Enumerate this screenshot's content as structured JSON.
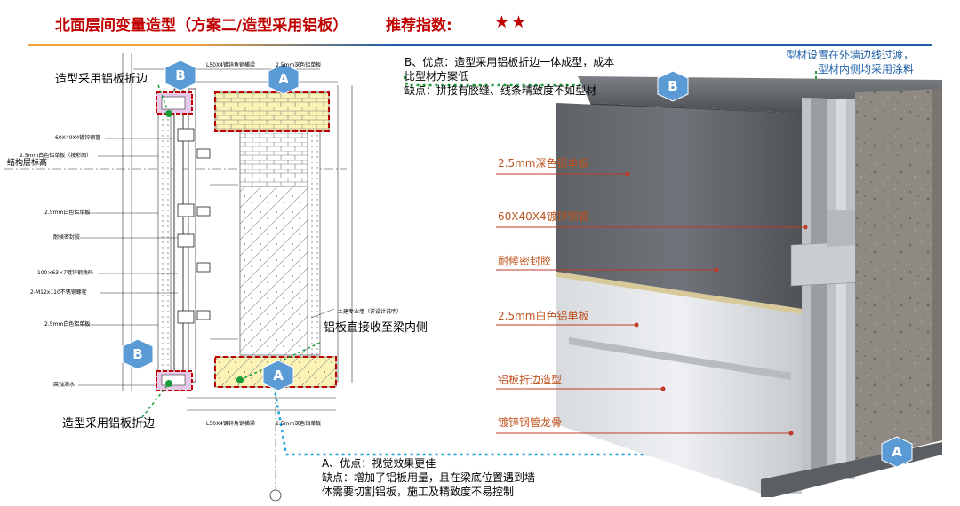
{
  "title": {
    "main": "北面层间变量造型（方案二/造型采用铝板）",
    "rating_label": "推荐指数:",
    "stars": "★★"
  },
  "drawing_labels": {
    "top_left": "造型采用铝板折边",
    "bottom_left": "造型采用铝板折边",
    "beam_note": "铝板直接收至梁内侧",
    "level": "结构层标高",
    "small": [
      "L50X4镀锌角钢横梁",
      "2.5mm深色铝单板",
      "60X40X4镀锌钢管",
      "2.5mm白色铝单板（按彩图）",
      "2.5mm白色铝单板",
      "耐候密封胶",
      "100×63×7镀锌钢角码",
      "2-M12x110不锈钢螺栓",
      "2.5mm白色铝单板",
      "腐蚀滴水",
      "L50X4镀锌角钢横梁",
      "2.5mm深色铝单板",
      "土建专业墙（详设计说明）"
    ]
  },
  "hex": {
    "a": "A",
    "b": "B"
  },
  "option_b": {
    "pros": "B、优点：造型采用铝板折边一体成型，成本",
    "pros2": "比型材方案低",
    "cons": "缺点：拼接有胶缝、线条精致度不如型材"
  },
  "option_a": {
    "pros": "A、优点：视觉效果更佳",
    "cons": "缺点：增加了铝板用量，且在梁底位置遇到墙",
    "cons2": "体需要切割铝板，施工及精致度不易控制"
  },
  "model_note": {
    "line1": "型材设置在外墙边线过渡，",
    "line2": "型材内侧均采用涂料"
  },
  "model_labels": [
    "2.5mm深色铝单板",
    "60X40X4镀锌钢管",
    "耐候密封胶",
    "2.5mm白色铝单板",
    "铝板折边造型",
    "镀锌钢管龙骨"
  ]
}
